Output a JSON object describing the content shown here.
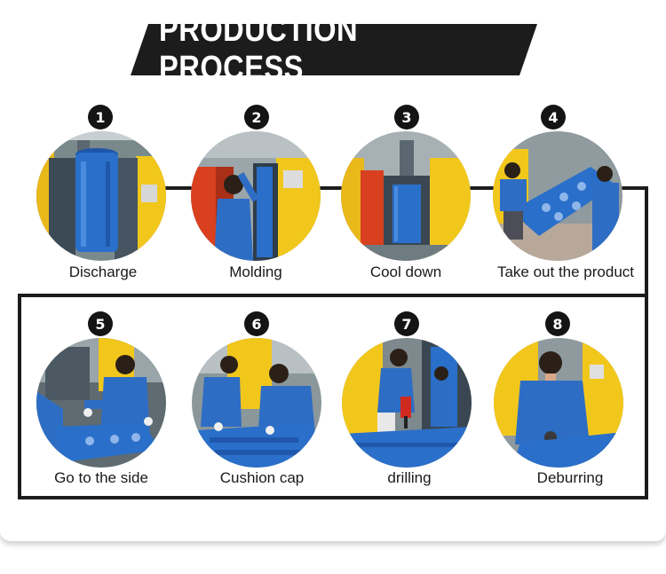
{
  "banner": {
    "title": "PRODUCTION PROCESS"
  },
  "steps": [
    {
      "number": "1",
      "label": "Discharge"
    },
    {
      "number": "2",
      "label": "Molding"
    },
    {
      "number": "3",
      "label": "Cool down"
    },
    {
      "number": "4",
      "label": "Take out the product"
    },
    {
      "number": "5",
      "label": "Go to the side"
    },
    {
      "number": "6",
      "label": "Cushion cap"
    },
    {
      "number": "7",
      "label": "drilling"
    },
    {
      "number": "8",
      "label": "Deburring"
    }
  ],
  "colors": {
    "banner_bg": "#1c1c1c",
    "machine_yellow": "#f2c71c",
    "product_blue": "#2a6fc9",
    "uniform_blue": "#2e6dc4"
  }
}
